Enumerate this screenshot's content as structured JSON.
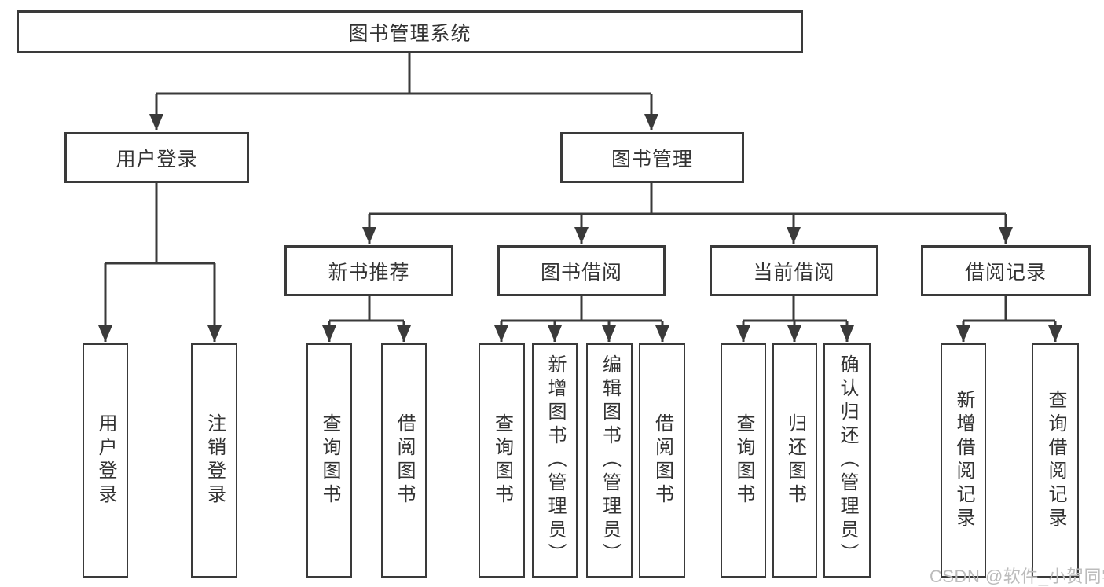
{
  "diagram": {
    "title_node": "图书管理系统",
    "level2": {
      "user_login": "用户登录",
      "book_mgmt": "图书管理"
    },
    "level3": {
      "new_book_rec": "新书推荐",
      "book_borrow": "图书借阅",
      "current_borrow": "当前借阅",
      "borrow_record": "借阅记录"
    },
    "leaves": {
      "user_login": "用户登录",
      "logout": "注销登录",
      "nbr_query_book": "查询图书",
      "nbr_borrow_book": "借阅图书",
      "bb_query_book": "查询图书",
      "bb_add_book": "新增图书（管理员）",
      "bb_edit_book": "编辑图书（管理员）",
      "bb_borrow_book": "借阅图书",
      "cb_query_book": "查询图书",
      "cb_return_book": "归还图书",
      "cb_confirm_return": "确认归还（管理员）",
      "br_add_record": "新增借阅记录",
      "br_query_record": "查询借阅记录"
    }
  },
  "watermark": {
    "text": "CSDN @软件_小贺同学"
  },
  "colors": {
    "line": "#3a3a3a",
    "text": "#333333",
    "background": "#ffffff",
    "watermark": "#bcbcbc"
  }
}
